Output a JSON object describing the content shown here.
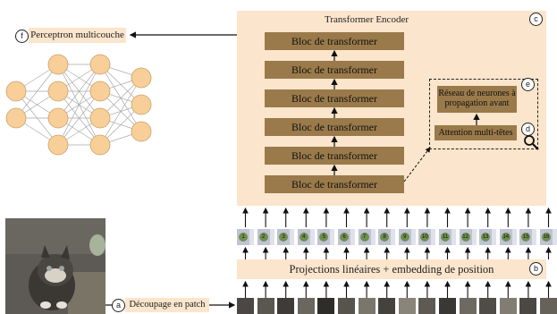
{
  "encoder": {
    "title": "Transformer Encoder",
    "block_label": "Bloc de transformer",
    "blocks": [
      "Bloc de transformer",
      "Bloc de transformer",
      "Bloc de transformer",
      "Bloc de transformer",
      "Bloc de transformer",
      "Bloc de transformer"
    ],
    "badge": "c"
  },
  "inner": {
    "ffn_label": "Réseau de neurones à propagation avant",
    "attention_label": "Attention multi-têtes",
    "badge_e": "e",
    "badge_d": "d",
    "zoom_icon": "magnifier-icon"
  },
  "projection": {
    "label": "Projections linéaires + embedding de position",
    "badge": "b"
  },
  "mlp": {
    "label": "Perceptron multicouche",
    "badge": "f",
    "layers": [
      2,
      4,
      4,
      3
    ]
  },
  "patch": {
    "label": "Découpage en patch",
    "badge": "a"
  },
  "tokens": [
    "1",
    "2",
    "3",
    "4",
    "5",
    "6",
    "7",
    "8",
    "9",
    "10",
    "11",
    "12",
    "13",
    "14",
    "15",
    "16"
  ],
  "colors": {
    "block": "#9a7a4a",
    "panel": "#fbe5cc",
    "token": "#bfc3d3",
    "node": "#f8cf98"
  }
}
